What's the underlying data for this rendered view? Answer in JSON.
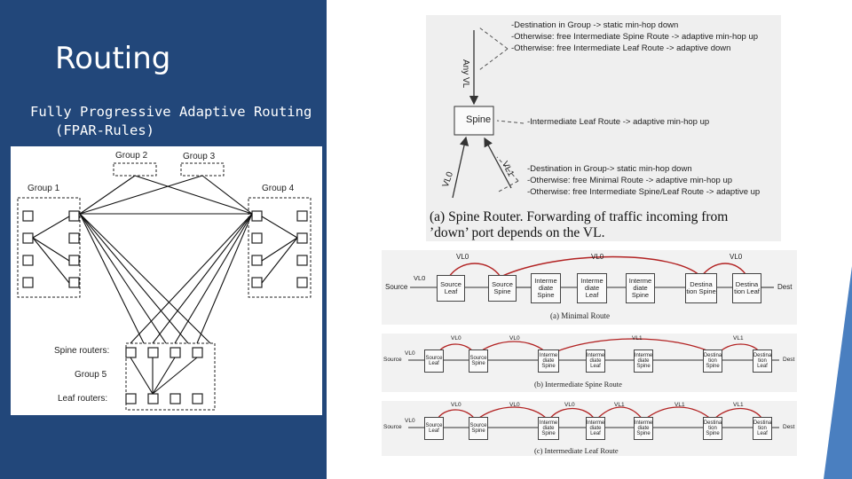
{
  "slide": {
    "title": "Routing",
    "subtitle": "Fully Progressive Adaptive Routing\n   (FPAR-Rules)"
  },
  "topology_figure": {
    "group_labels": [
      "Group 1",
      "Group 2",
      "Group 3",
      "Group 4",
      "Group 5"
    ],
    "spine_routers_label": "Spine routers:",
    "leaf_routers_label": "Leaf routers:"
  },
  "spine_figure": {
    "node_label": "Spine",
    "arrow_labels": [
      "Any VL",
      "VL0",
      "VL1"
    ],
    "top_notes": [
      "-Destination in Group -> static min-hop down",
      "-Otherwise: free Intermediate Spine Route -> adaptive  min-hop up",
      "-Otherwise: free Intermediate Leaf Route -> adaptive down"
    ],
    "middle_note": "-Intermediate Leaf Route -> adaptive min-hop up",
    "bottom_notes": [
      "-Destination in Group-> static min-hop down",
      "-Otherwise: free Minimal Route -> adaptive min-hop up",
      "-Otherwise: free Intermediate Spine/Leaf Route -> adaptive up"
    ],
    "caption": "(a) Spine Router. Forwarding of traffic incoming from",
    "caption_line2": "’down’ port depends on the VL."
  },
  "routes": {
    "minimal": {
      "caption": "(a) Minimal Route",
      "source": "Source",
      "dest": "Dest",
      "entry_vl": "VL0",
      "arc_labels": [
        "VL0",
        "VL0",
        "VL0"
      ],
      "nodes": [
        "Source Leaf",
        "Source Spine",
        "Interme diate Spine",
        "Interme diate Leaf",
        "Interme diate Spine",
        "Destina tion Spine",
        "Destina tion Leaf"
      ]
    },
    "spine": {
      "caption": "(b) Intermediate Spine Route",
      "source": "Source",
      "dest": "Dest",
      "entry_vl": "VL0",
      "arc_labels": [
        "VL0",
        "VL0",
        "VL1",
        "VL1"
      ],
      "nodes": [
        "Source Leaf",
        "Source Spine",
        "Interme diate Spine",
        "Interme diate Leaf",
        "Interme diate Spine",
        "Destina tion Spine",
        "Destina tion Leaf"
      ]
    },
    "leaf": {
      "caption": "(c) Intermediate Leaf Route",
      "source": "Source",
      "dest": "Dest",
      "entry_vl": "VL0",
      "arc_labels": [
        "VL0",
        "VL0",
        "VL0",
        "VL1",
        "VL1",
        "VL1"
      ],
      "nodes": [
        "Source Leaf",
        "Source Spine",
        "Interme diate Spine",
        "Interme diate Leaf",
        "Interme diate Spine",
        "Destina tion Spine",
        "Destina tion Leaf"
      ]
    }
  },
  "colors": {
    "panel": "#22477a",
    "accent": "#4a7fc0",
    "route_arc": "#b22222"
  }
}
